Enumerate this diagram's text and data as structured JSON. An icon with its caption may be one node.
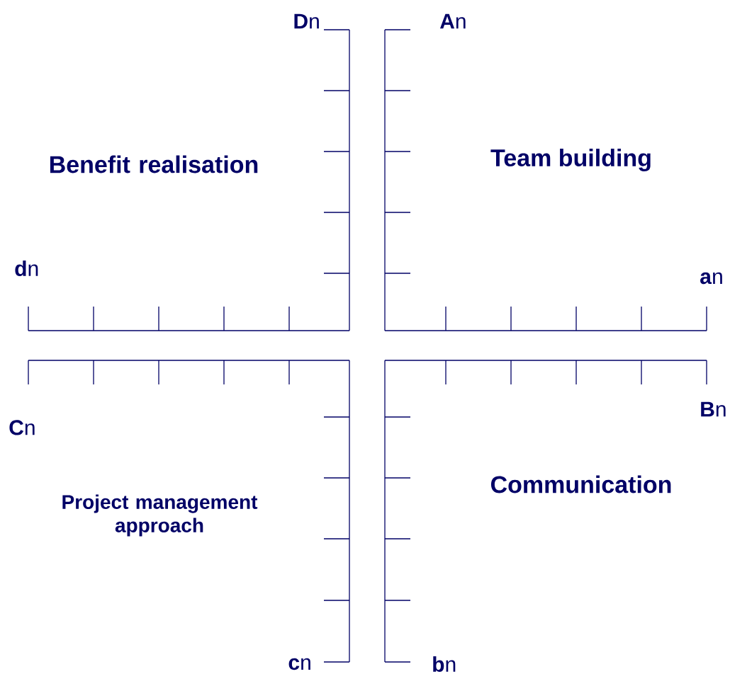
{
  "diagram": {
    "labels": [
      "**D**n",
      "**A**n",
      "Benefit realisation",
      "Team building",
      "**d**n",
      "**a**n",
      "**C**n",
      "**B**n",
      "Project management approach",
      "Communication",
      "**c**n",
      "**b**n"
    ]
  }
}
